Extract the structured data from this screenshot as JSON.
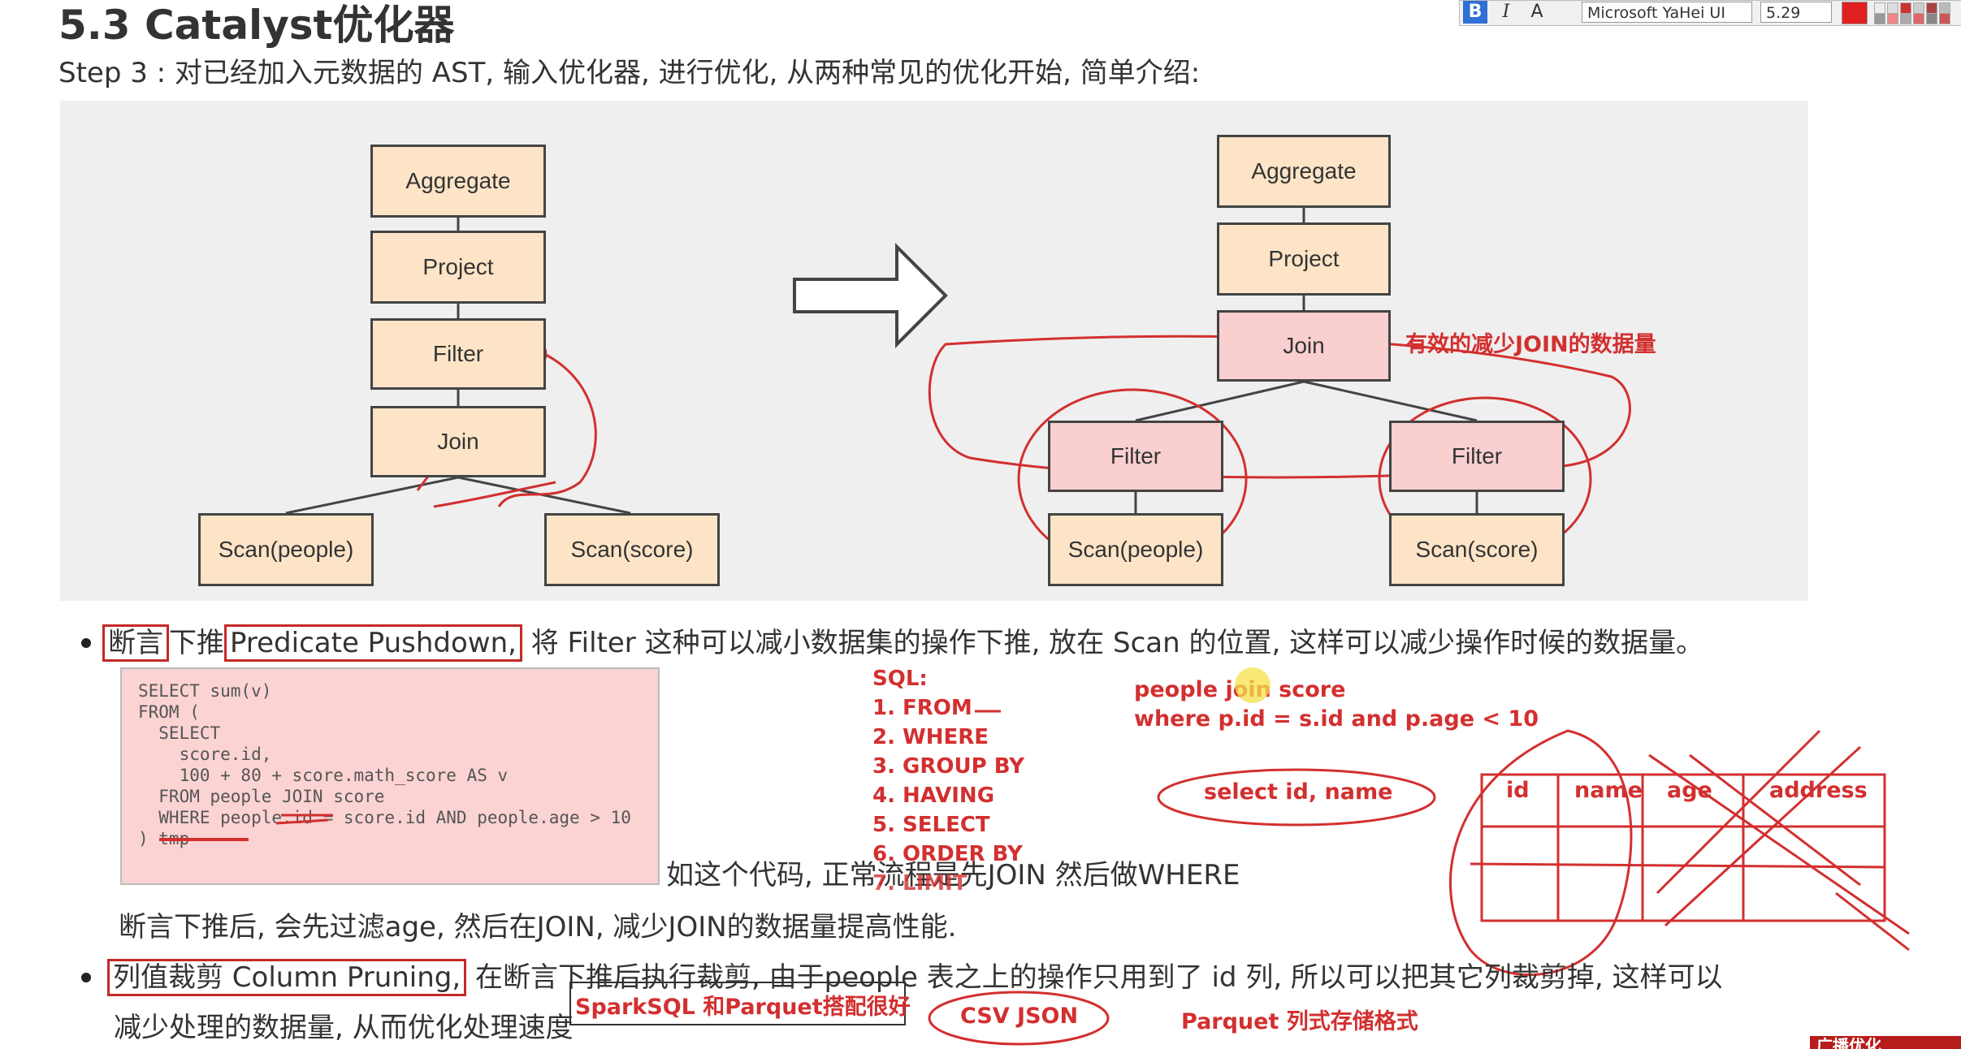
{
  "heading": {
    "title": "5.3 Catalyst优化器",
    "step": "Step 3 : 对已经加入元数据的 AST, 输入优化器, 进行优化, 从两种常见的优化开始, 简单介绍:"
  },
  "toolbar": {
    "bold": "B",
    "italic": "I",
    "font_icon": "A",
    "font_name": "Microsoft YaHei UI",
    "font_size": "5.29",
    "accent_color": "#e02020"
  },
  "diagram": {
    "left_tree": {
      "aggregate": "Aggregate",
      "project": "Project",
      "filter": "Filter",
      "join": "Join",
      "scan_people": "Scan(people)",
      "scan_score": "Scan(score)"
    },
    "right_tree": {
      "aggregate": "Aggregate",
      "project": "Project",
      "join": "Join",
      "filter_left": "Filter",
      "filter_right": "Filter",
      "scan_people": "Scan(people)",
      "scan_score": "Scan(score)"
    },
    "node_color": "#fde4c7",
    "highlight_color": "#f9cfcf",
    "annotation": "有效的减少JOIN的数据量"
  },
  "bullet1": {
    "term_cn": "断言",
    "mid": "下推",
    "term_en": "Predicate Pushdown,",
    "rest": "将 Filter 这种可以减小数据集的操作下推, 放在 Scan 的位置, 这样可以减少操作时候的数据量。"
  },
  "code": {
    "lines": [
      "SELECT sum(v)",
      "FROM (",
      "  SELECT",
      "    score.id,",
      "    100 + 80 + score.math_score AS v",
      "  FROM people JOIN score",
      "  WHERE people.id = score.id AND people.age > 10",
      ") tmp"
    ]
  },
  "explain": {
    "line1": "如这个代码, 正常流程是先JOIN 然后做WHERE",
    "line2": "断言下推后, 会先过滤age, 然后在JOIN, 减少JOIN的数据量提高性能."
  },
  "sql_order": {
    "header": "SQL:",
    "items": [
      "1. FROM",
      "2. WHERE",
      "3. GROUP BY",
      "4. HAVING",
      "5. SELECT",
      "6. ORDER BY",
      "7. LIMIT"
    ]
  },
  "join_note": {
    "line1": "people join score",
    "line2": "where p.id = s.id and p.age < 10"
  },
  "select_note": "select id, name",
  "table_headers": [
    "id",
    "name",
    "age",
    "address"
  ],
  "bullet2": {
    "term": "列值裁剪 Column Pruning,",
    "rest": "在断言下推后执行裁剪, 由于people 表之上的操作只用到了 id 列, 所以可以把其它列裁剪掉, 这样可以",
    "line2": "减少处理的数据量, 从而优化处理速度"
  },
  "bottom_notes": {
    "spark": "SparkSQL 和Parquet搭配很好",
    "csv": "CSV JSON",
    "parquet": "Parquet 列式存储格式"
  },
  "corner_label": "广播优化"
}
